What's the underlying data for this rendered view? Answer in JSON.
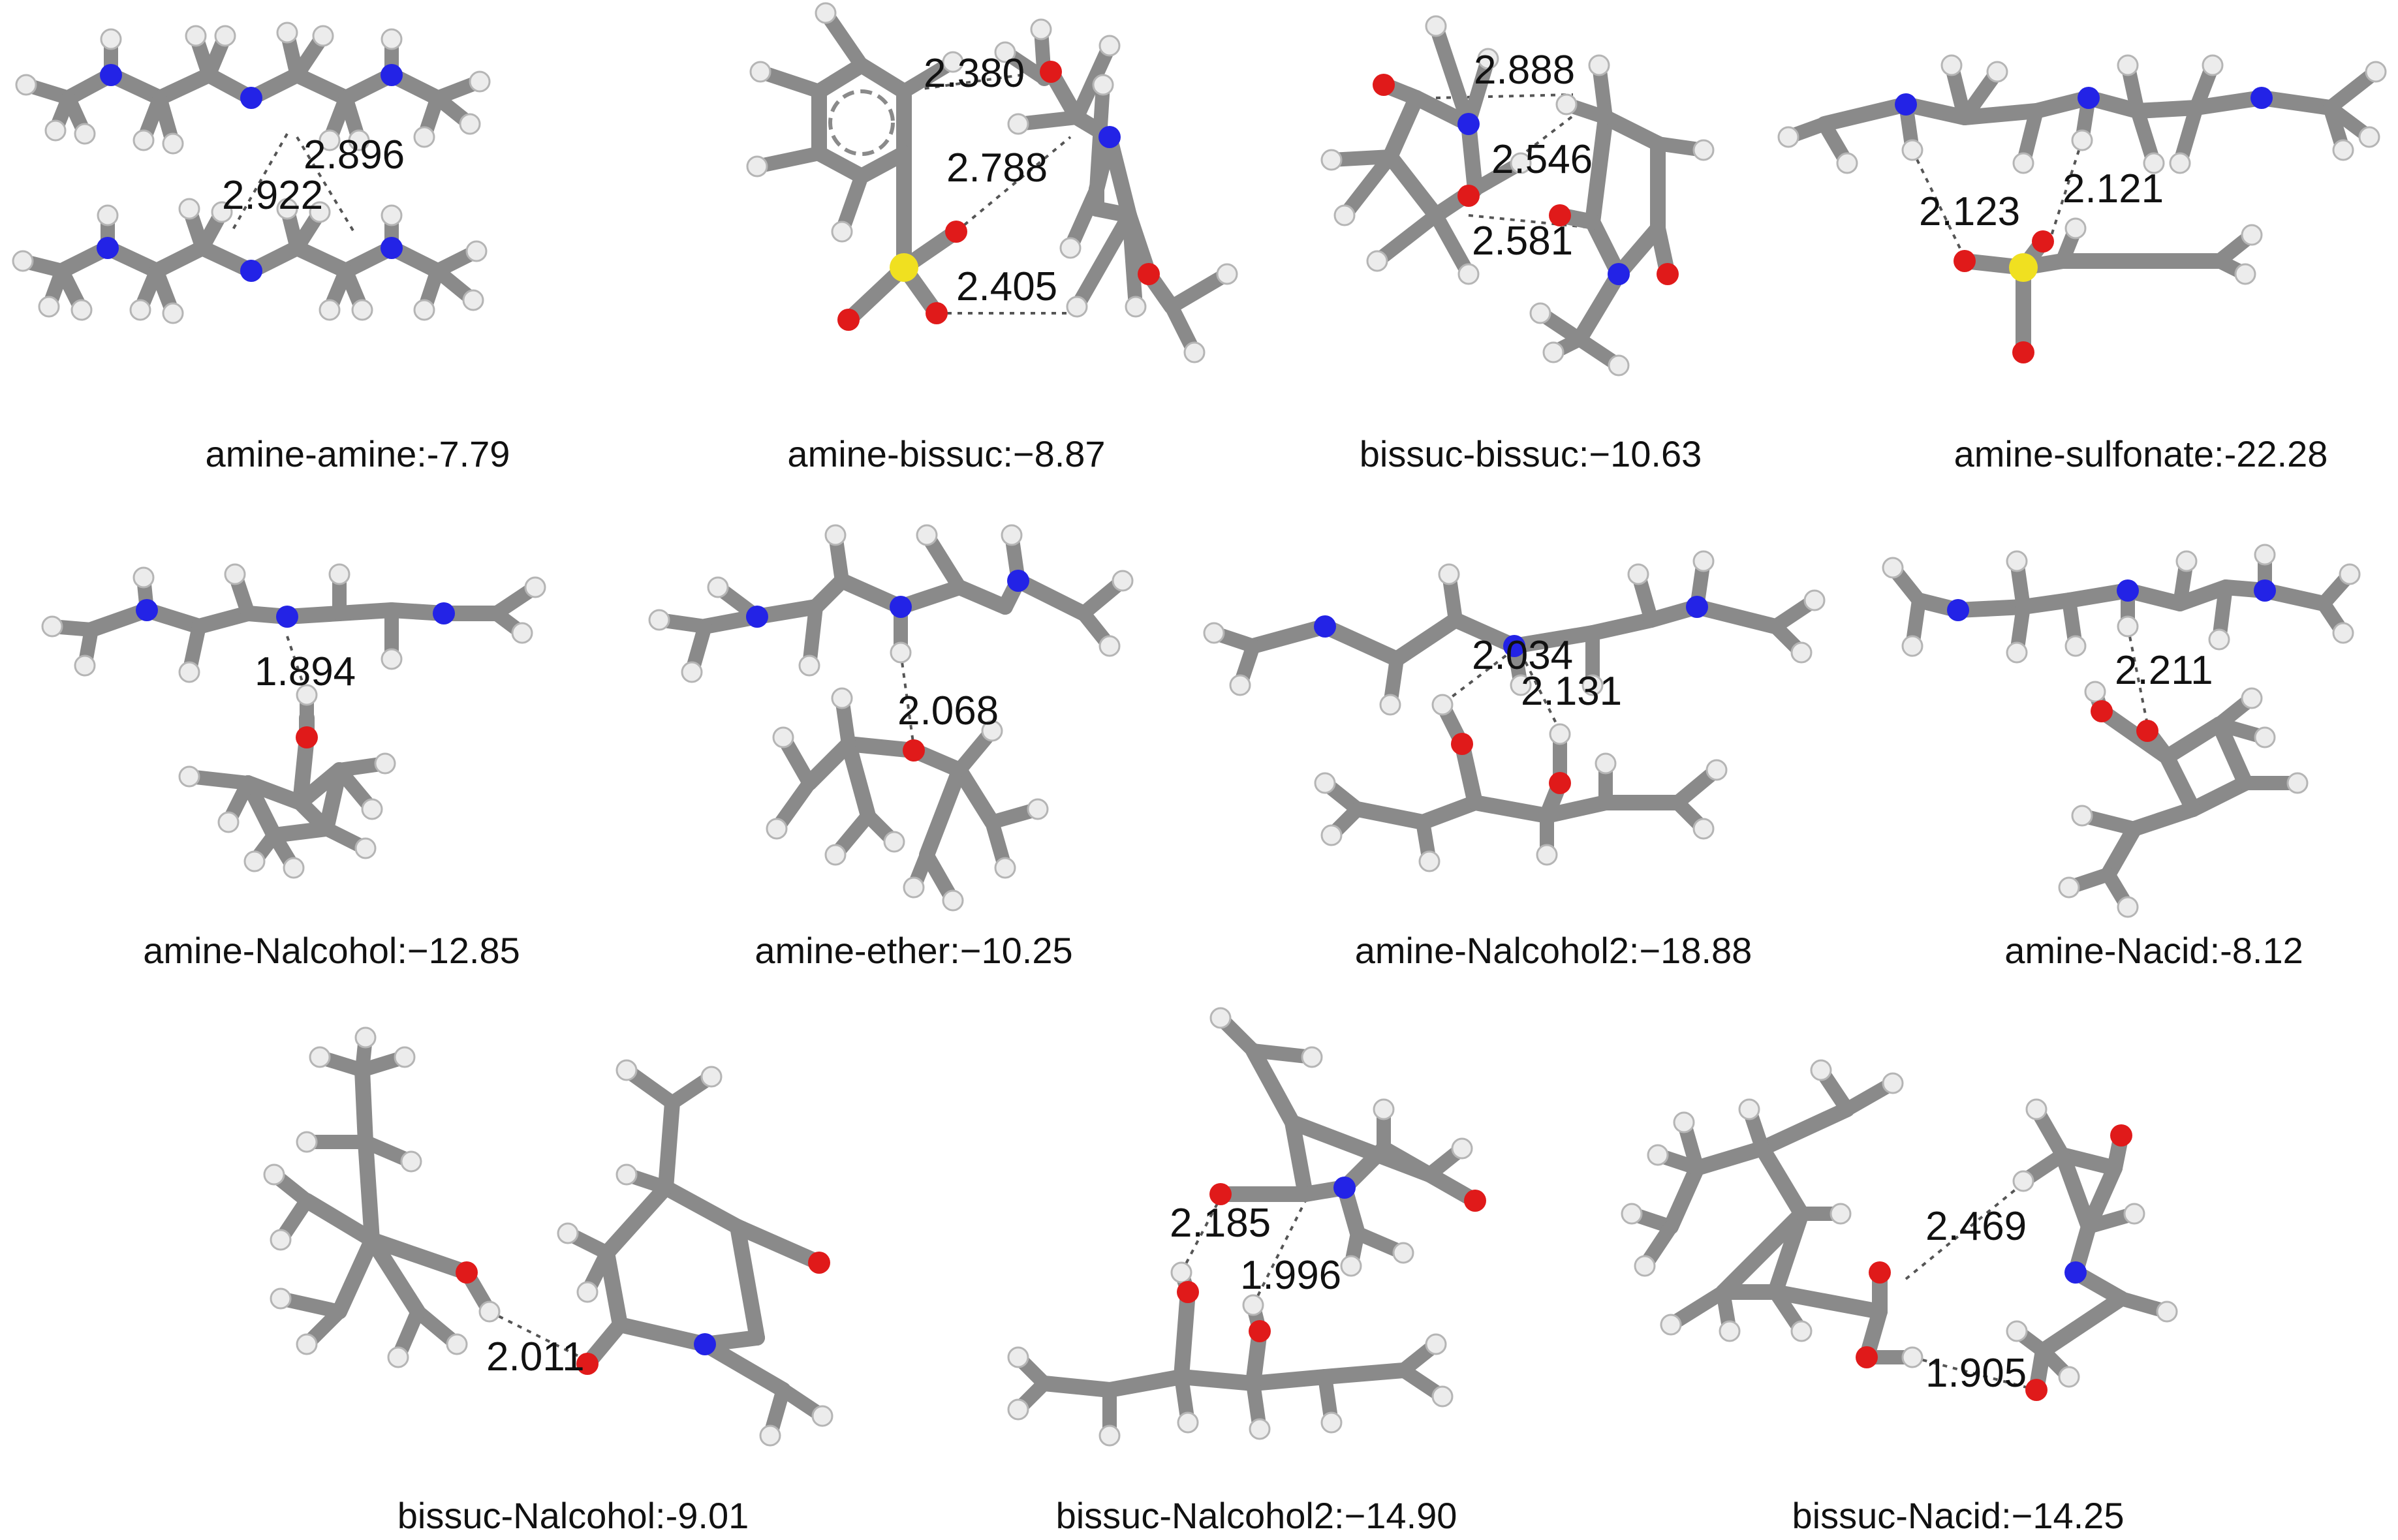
{
  "colors": {
    "carbon": "#8a8a8a",
    "hydrogen": "#ececec",
    "nitrogen": "#2323e6",
    "oxygen": "#e01a1a",
    "sulfur": "#f0e020",
    "hbond": "#555555"
  },
  "panels": [
    {
      "caption": "amine-amine:-7.79",
      "distances": [
        "2.896",
        "2.922"
      ]
    },
    {
      "caption": "amine-bissuc:−8.87",
      "distances": [
        "2.380",
        "2.788",
        "2.405"
      ]
    },
    {
      "caption": "bissuc-bissuc:−10.63",
      "distances": [
        "2.888",
        "2.546",
        "2.581"
      ]
    },
    {
      "caption": "amine-sulfonate:-22.28",
      "distances": [
        "2.123",
        "2.121"
      ]
    },
    {
      "caption": "amine-Nalcohol:−12.85",
      "distances": [
        "1.894"
      ]
    },
    {
      "caption": "amine-ether:−10.25",
      "distances": [
        "2.068"
      ]
    },
    {
      "caption": "amine-Nalcohol2:−18.88",
      "distances": [
        "2.034",
        "2.131"
      ]
    },
    {
      "caption": "amine-Nacid:-8.12",
      "distances": [
        "2.211"
      ]
    },
    {
      "caption": "bissuc-Nalcohol:-9.01",
      "distances": [
        "2.011"
      ]
    },
    {
      "caption": "bissuc-Nalcohol2:−14.90",
      "distances": [
        "2.185",
        "1.996"
      ]
    },
    {
      "caption": "bissuc-Nacid:−14.25",
      "distances": [
        "2.469",
        "1.905"
      ]
    }
  ]
}
